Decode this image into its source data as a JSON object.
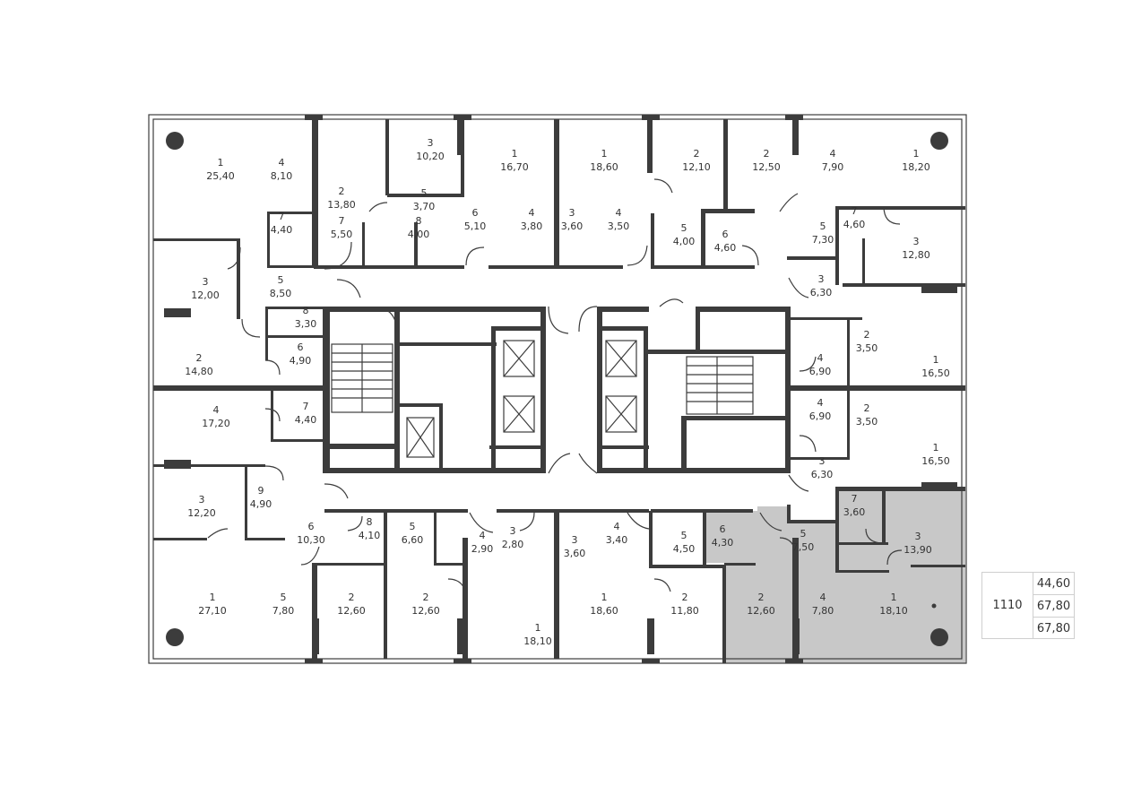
{
  "plan": {
    "rooms": [
      {
        "id": "r-nw-1",
        "num": "1",
        "area": "25,40"
      },
      {
        "id": "r-nw-4",
        "num": "4",
        "area": "8,10"
      },
      {
        "id": "r-nw-7",
        "num": "7",
        "area": "4,40"
      },
      {
        "id": "r-a-2",
        "num": "2",
        "area": "13,80"
      },
      {
        "id": "r-a-7",
        "num": "7",
        "area": "5,50"
      },
      {
        "id": "r-b-3",
        "num": "3",
        "area": "10,20"
      },
      {
        "id": "r-b-5",
        "num": "5",
        "area": "3,70"
      },
      {
        "id": "r-b-8",
        "num": "8",
        "area": "4,00"
      },
      {
        "id": "r-c-1",
        "num": "1",
        "area": "16,70"
      },
      {
        "id": "r-c-6",
        "num": "6",
        "area": "5,10"
      },
      {
        "id": "r-c-4",
        "num": "4",
        "area": "3,80"
      },
      {
        "id": "r-d-1",
        "num": "1",
        "area": "18,60"
      },
      {
        "id": "r-d-3",
        "num": "3",
        "area": "3,60"
      },
      {
        "id": "r-d-4",
        "num": "4",
        "area": "3,50"
      },
      {
        "id": "r-e-2",
        "num": "2",
        "area": "12,10"
      },
      {
        "id": "r-e-5",
        "num": "5",
        "area": "4,00"
      },
      {
        "id": "r-f-2",
        "num": "2",
        "area": "12,50"
      },
      {
        "id": "r-f-6",
        "num": "6",
        "area": "4,60"
      },
      {
        "id": "r-g-4",
        "num": "4",
        "area": "7,90"
      },
      {
        "id": "r-g-1",
        "num": "1",
        "area": "18,20"
      },
      {
        "id": "r-g-7",
        "num": "7",
        "area": "4,60"
      },
      {
        "id": "r-g-5",
        "num": "5",
        "area": "7,30"
      },
      {
        "id": "r-g-3",
        "num": "3",
        "area": "12,80"
      },
      {
        "id": "r-h-3",
        "num": "3",
        "area": "6,30"
      },
      {
        "id": "r-w-3",
        "num": "3",
        "area": "12,00"
      },
      {
        "id": "r-w-5",
        "num": "5",
        "area": "8,50"
      },
      {
        "id": "r-w-8",
        "num": "8",
        "area": "3,30"
      },
      {
        "id": "r-w-2",
        "num": "2",
        "area": "14,80"
      },
      {
        "id": "r-w-6",
        "num": "6",
        "area": "4,90"
      },
      {
        "id": "r-w2-4",
        "num": "4",
        "area": "17,20"
      },
      {
        "id": "r-w2-7",
        "num": "7",
        "area": "4,40"
      },
      {
        "id": "r-e1-2",
        "num": "2",
        "area": "3,50"
      },
      {
        "id": "r-e1-4",
        "num": "4",
        "area": "6,90"
      },
      {
        "id": "r-e1-1",
        "num": "1",
        "area": "16,50"
      },
      {
        "id": "r-e2-4",
        "num": "4",
        "area": "6,90"
      },
      {
        "id": "r-e2-2",
        "num": "2",
        "area": "3,50"
      },
      {
        "id": "r-e2-1",
        "num": "1",
        "area": "16,50"
      },
      {
        "id": "r-e2-3",
        "num": "3",
        "area": "6,30"
      },
      {
        "id": "r-sw-3",
        "num": "3",
        "area": "12,20"
      },
      {
        "id": "r-sw-9",
        "num": "9",
        "area": "4,90"
      },
      {
        "id": "r-sw-6",
        "num": "6",
        "area": "10,30"
      },
      {
        "id": "r-sw-1",
        "num": "1",
        "area": "27,10"
      },
      {
        "id": "r-sw-5",
        "num": "5",
        "area": "7,80"
      },
      {
        "id": "r-s1-8",
        "num": "8",
        "area": "4,10"
      },
      {
        "id": "r-s1-2",
        "num": "2",
        "area": "12,60"
      },
      {
        "id": "r-s2-5",
        "num": "5",
        "area": "6,60"
      },
      {
        "id": "r-s2-2",
        "num": "2",
        "area": "12,60"
      },
      {
        "id": "r-s2-4",
        "num": "4",
        "area": "2,90"
      },
      {
        "id": "r-s3-3",
        "num": "3",
        "area": "2,80"
      },
      {
        "id": "r-s3-1",
        "num": "1",
        "area": "18,10"
      },
      {
        "id": "r-s4-3",
        "num": "3",
        "area": "3,60"
      },
      {
        "id": "r-s4-4",
        "num": "4",
        "area": "3,40"
      },
      {
        "id": "r-s4-1",
        "num": "1",
        "area": "18,60"
      },
      {
        "id": "r-s5-5",
        "num": "5",
        "area": "4,50"
      },
      {
        "id": "r-s5-2",
        "num": "2",
        "area": "11,80"
      },
      {
        "id": "r-hl-6",
        "num": "6",
        "area": "4,30"
      },
      {
        "id": "r-hl-5",
        "num": "5",
        "area": "7,50"
      },
      {
        "id": "r-hl-7",
        "num": "7",
        "area": "3,60"
      },
      {
        "id": "r-hl-3",
        "num": "3",
        "area": "13,90"
      },
      {
        "id": "r-hl-2",
        "num": "2",
        "area": "12,60"
      },
      {
        "id": "r-hl-4",
        "num": "4",
        "area": "7,80"
      },
      {
        "id": "r-hl-1",
        "num": "1",
        "area": "18,10"
      }
    ]
  },
  "legend": {
    "apartment": "1110",
    "values": [
      "44,60",
      "67,80",
      "67,80"
    ]
  },
  "colors": {
    "wall": "#3c3c3c",
    "highlight": "#c8c8c8"
  }
}
